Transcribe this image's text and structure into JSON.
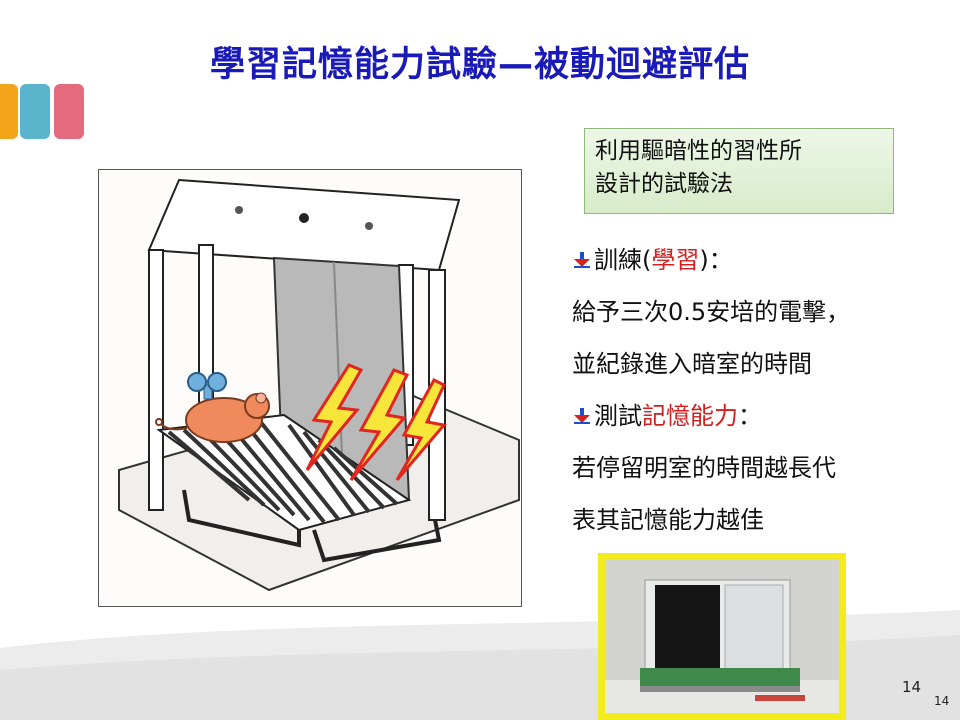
{
  "slide": {
    "title": "學習記憶能力試驗—被動迴避評估",
    "callout": {
      "line1": "利用驅暗性的習性所",
      "line2": "設計的試驗法"
    },
    "bullets": {
      "training_prefix": "訓練(",
      "training_highlight": "學習",
      "training_suffix": ")：",
      "training_line1": "給予三次0.5安培的電擊，",
      "training_line2": "並紀錄進入暗室的時間",
      "test_prefix": "測試",
      "test_highlight": "記憶能力",
      "test_suffix": "：",
      "test_line1": "若停留明室的時間越長代",
      "test_line2": "表其記憶能力越佳"
    },
    "page_number": "14",
    "page_number_small": "14"
  },
  "colors": {
    "title": "#1a1ab8",
    "highlight": "#d21f1f",
    "tile_orange": "#f2a51a",
    "tile_blue": "#5ab4cc",
    "tile_pink": "#e56a7d",
    "photo_border": "#f2ec1f",
    "callout_border": "#8fb87a"
  },
  "icons": {
    "bullet": "arrow-down-bullet-icon",
    "shock": "lightning-bolt-icon",
    "rat": "wind-up-mouse-icon"
  }
}
